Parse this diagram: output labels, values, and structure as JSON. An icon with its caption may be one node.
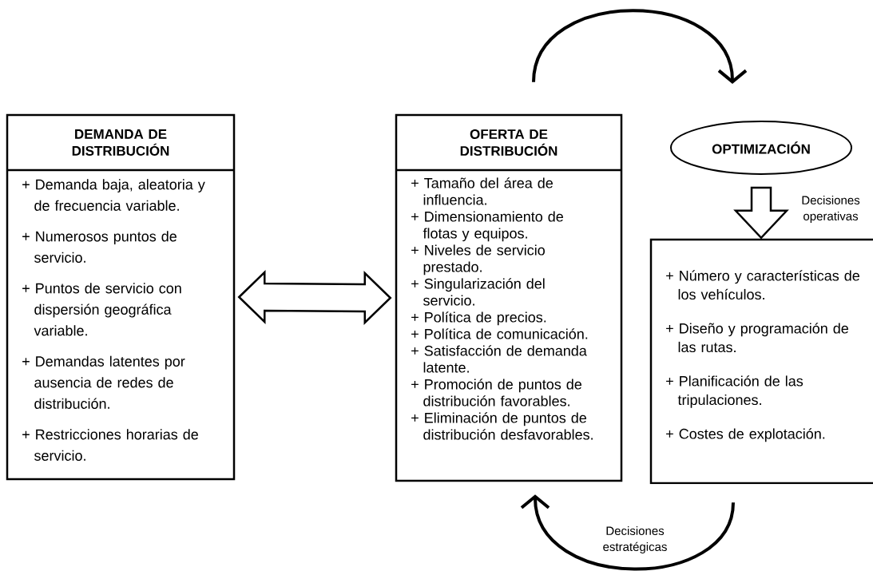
{
  "diagram": {
    "nodes": [
      {
        "text": [
          "DEMANDA DE DISTRIBUCIÓN",
          "+ Demanda baja, aleatoria y de frecuencia variable.",
          "+ Numerosos puntos de servicio.",
          "+ Puntos de servicio con dispersión geográfica variable.",
          "+ Demandas latentes por ausencia de redes de distribución.",
          "+ Restricciones horarias de servicio."
        ]
      },
      {
        "text": [
          "OFERTA DE DISTRIBUCIÓN",
          "+ Tamaño del área de influencia.",
          "+ Dimensionamiento de flotas y equipos.",
          "+ Niveles de servicio prestado.",
          "+ Singularización del servicio.",
          "+ Política de precios.",
          "+ Política de comunicación.",
          "+ Satisfacción de demanda latente.",
          "+ Promoción de puntos de distribución favorables.",
          "+ Eliminación de puntos de distribución desfavorables."
        ]
      },
      {
        "text": [
          "OPTIMIZACIÓN"
        ]
      },
      {
        "text": [
          "+ Número y características de los vehículos.",
          "+ Diseño y programación de las rutas.",
          "+ Planificación de las tripulaciones.",
          "+ Costes de explotación."
        ]
      }
    ],
    "edges": [
      {
        "from": 0,
        "to": 1,
        "arrow": "both",
        "style": "thick"
      },
      {
        "from": 1,
        "to": 2,
        "arrow": "to"
      },
      {
        "from": 2,
        "to": 3,
        "arrow": "to",
        "style": "thick",
        "label": "Decisiones operativas"
      },
      {
        "from": 3,
        "to": 1,
        "arrow": "to",
        "label": "Decisiones estratégicas"
      }
    ]
  }
}
